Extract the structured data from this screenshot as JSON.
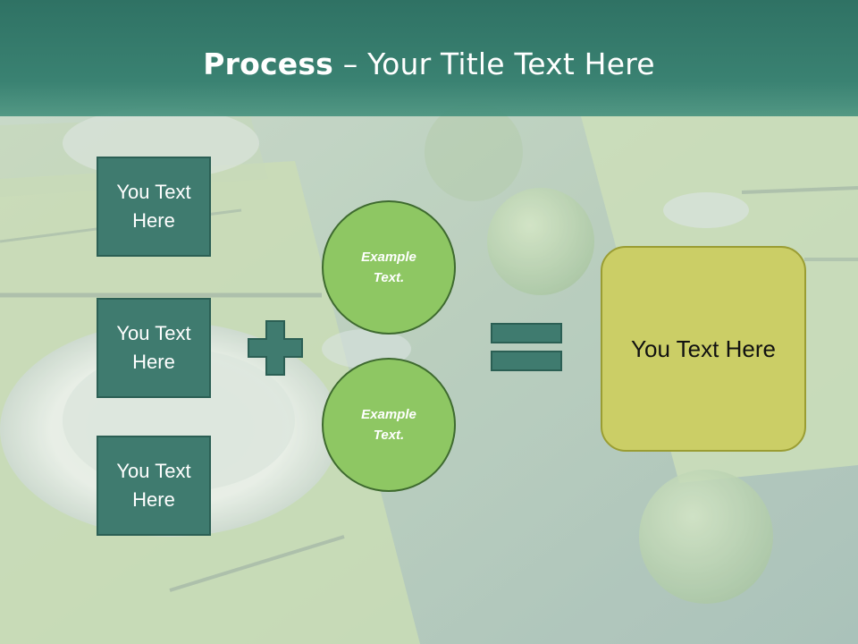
{
  "slide": {
    "title_bold": "Process",
    "title_rest": " – Your Title Text Here"
  },
  "inputs": [
    {
      "label": "You Text Here"
    },
    {
      "label": "You Text Here"
    },
    {
      "label": "You Text Here"
    }
  ],
  "circles": [
    {
      "label": "Example Text."
    },
    {
      "label": "Example Text."
    }
  ],
  "result": {
    "label": "You Text Here"
  },
  "operators": {
    "plus": "plus-icon",
    "equals": "equals-icon"
  },
  "colors": {
    "title_bar": "#2f7264",
    "box_fill": "#3f7b6f",
    "circle_fill": "#8ec763",
    "result_fill": "#cbce66",
    "operator_fill": "#3f7b6f"
  }
}
